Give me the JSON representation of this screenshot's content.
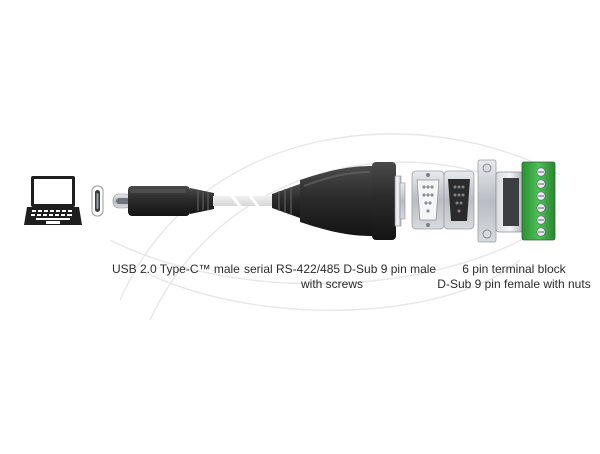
{
  "captions": {
    "usb": "USB 2.0 Type-C™ male",
    "serial_line1": "serial RS-422/485 D-Sub 9 pin male",
    "serial_line2": "with screws",
    "terminal_line1": "6 pin terminal block",
    "terminal_line2": "D-Sub 9 pin female with nuts"
  },
  "components": [
    {
      "icon": "laptop-icon"
    },
    {
      "icon": "usb-c-port-icon"
    },
    {
      "icon": "usb-c-plug-icon"
    },
    {
      "icon": "cable-icon"
    },
    {
      "icon": "dsub-9-male-connector-icon"
    },
    {
      "icon": "dsub-9-male-pin-face-icon"
    },
    {
      "icon": "dsub-9-female-face-icon"
    },
    {
      "icon": "terminal-block-icon"
    }
  ],
  "colors": {
    "plastic_dark": "#2a2a2a",
    "terminal_green": "#3aa543",
    "metal": "#c9ccd1",
    "watermark": "#e6e6e6"
  }
}
